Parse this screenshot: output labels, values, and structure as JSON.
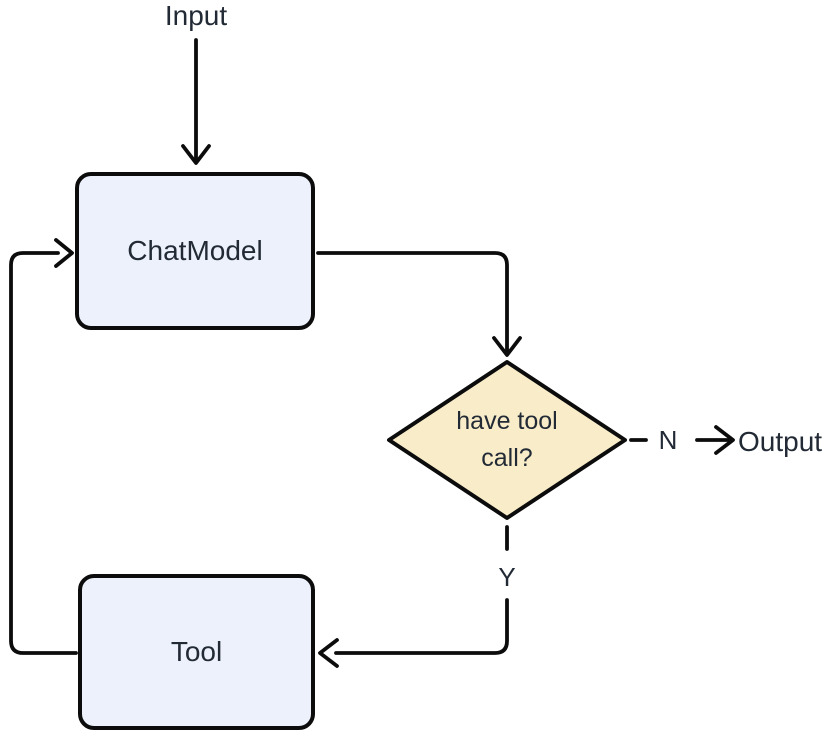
{
  "diagram": {
    "type": "flowchart",
    "nodes": {
      "input": {
        "label": "Input",
        "kind": "terminal"
      },
      "chat_model": {
        "label": "ChatModel",
        "kind": "process"
      },
      "decision": {
        "label": "have tool call?",
        "kind": "decision"
      },
      "tool": {
        "label": "Tool",
        "kind": "process"
      },
      "output": {
        "label": "Output",
        "kind": "terminal"
      }
    },
    "edges": {
      "input_to_chatmodel": {
        "from": "Input",
        "to": "ChatModel",
        "style": "solid"
      },
      "chatmodel_to_decision": {
        "from": "ChatModel",
        "to": "have tool call?",
        "style": "solid"
      },
      "decision_no_to_output": {
        "from": "have tool call?",
        "to": "Output",
        "label": "N",
        "style": "dashed-then-solid"
      },
      "decision_yes_to_tool": {
        "from": "have tool call?",
        "to": "Tool",
        "label": "Y",
        "style": "dashed-then-solid"
      },
      "tool_to_chatmodel": {
        "from": "Tool",
        "to": "ChatModel",
        "style": "solid"
      }
    },
    "branch_labels": {
      "no": "N",
      "yes": "Y"
    },
    "colors": {
      "node_fill": "#EDF1FB",
      "decision_fill": "#F8ECC9",
      "stroke": "#0C0C0D",
      "text": "#222A35",
      "background": "#FFFFFF"
    }
  }
}
